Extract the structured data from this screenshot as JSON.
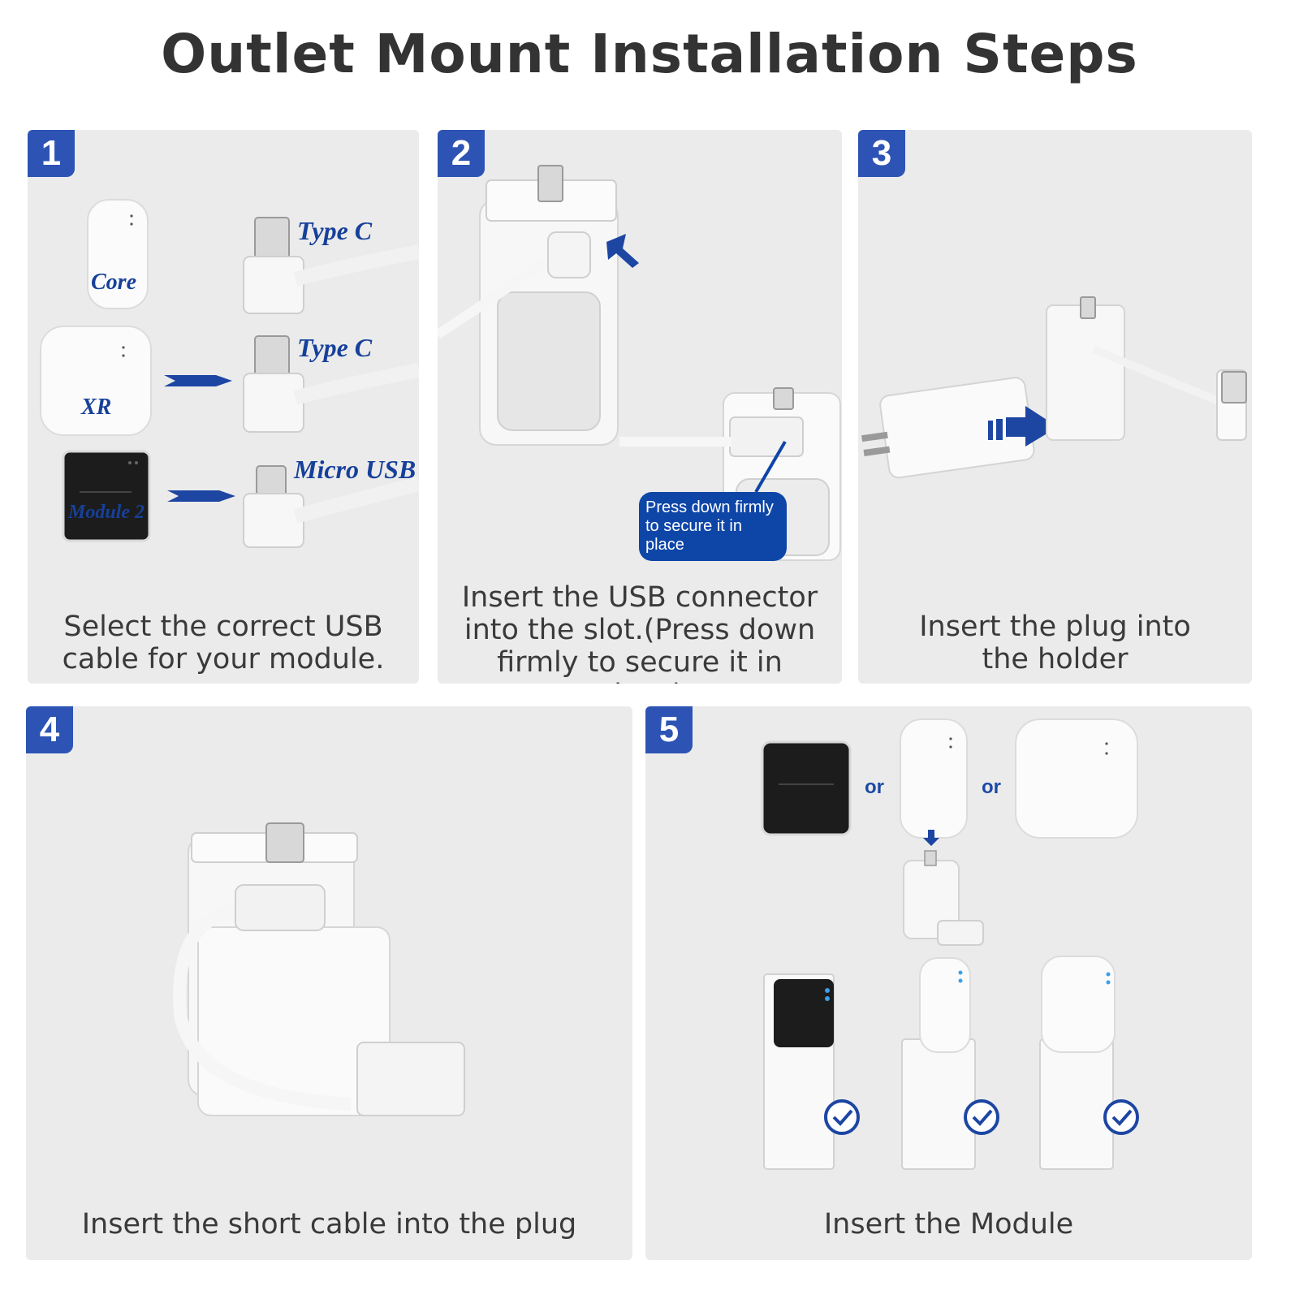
{
  "title": "Outlet Mount Installation Steps",
  "colors": {
    "accent": "#2d54b4",
    "panel": "#ebebeb",
    "label_blue": "#16409a"
  },
  "steps": [
    {
      "number": "1",
      "caption": "Select the correct USB cable for your module.",
      "modules": [
        {
          "name": "Core",
          "cable": "Type C"
        },
        {
          "name": "XR",
          "cable": "Type C"
        },
        {
          "name": "Module 2",
          "cable": "Micro USB"
        }
      ]
    },
    {
      "number": "2",
      "caption": "Insert the USB connector into the slot.(Press down firmly to secure it in place)",
      "callout": "Press down firmly to secure it in place"
    },
    {
      "number": "3",
      "caption": "Insert the plug into the holder"
    },
    {
      "number": "4",
      "caption": "Insert the short cable into the plug"
    },
    {
      "number": "5",
      "caption": "Insert the Module",
      "or_1": "or",
      "or_2": "or"
    }
  ]
}
